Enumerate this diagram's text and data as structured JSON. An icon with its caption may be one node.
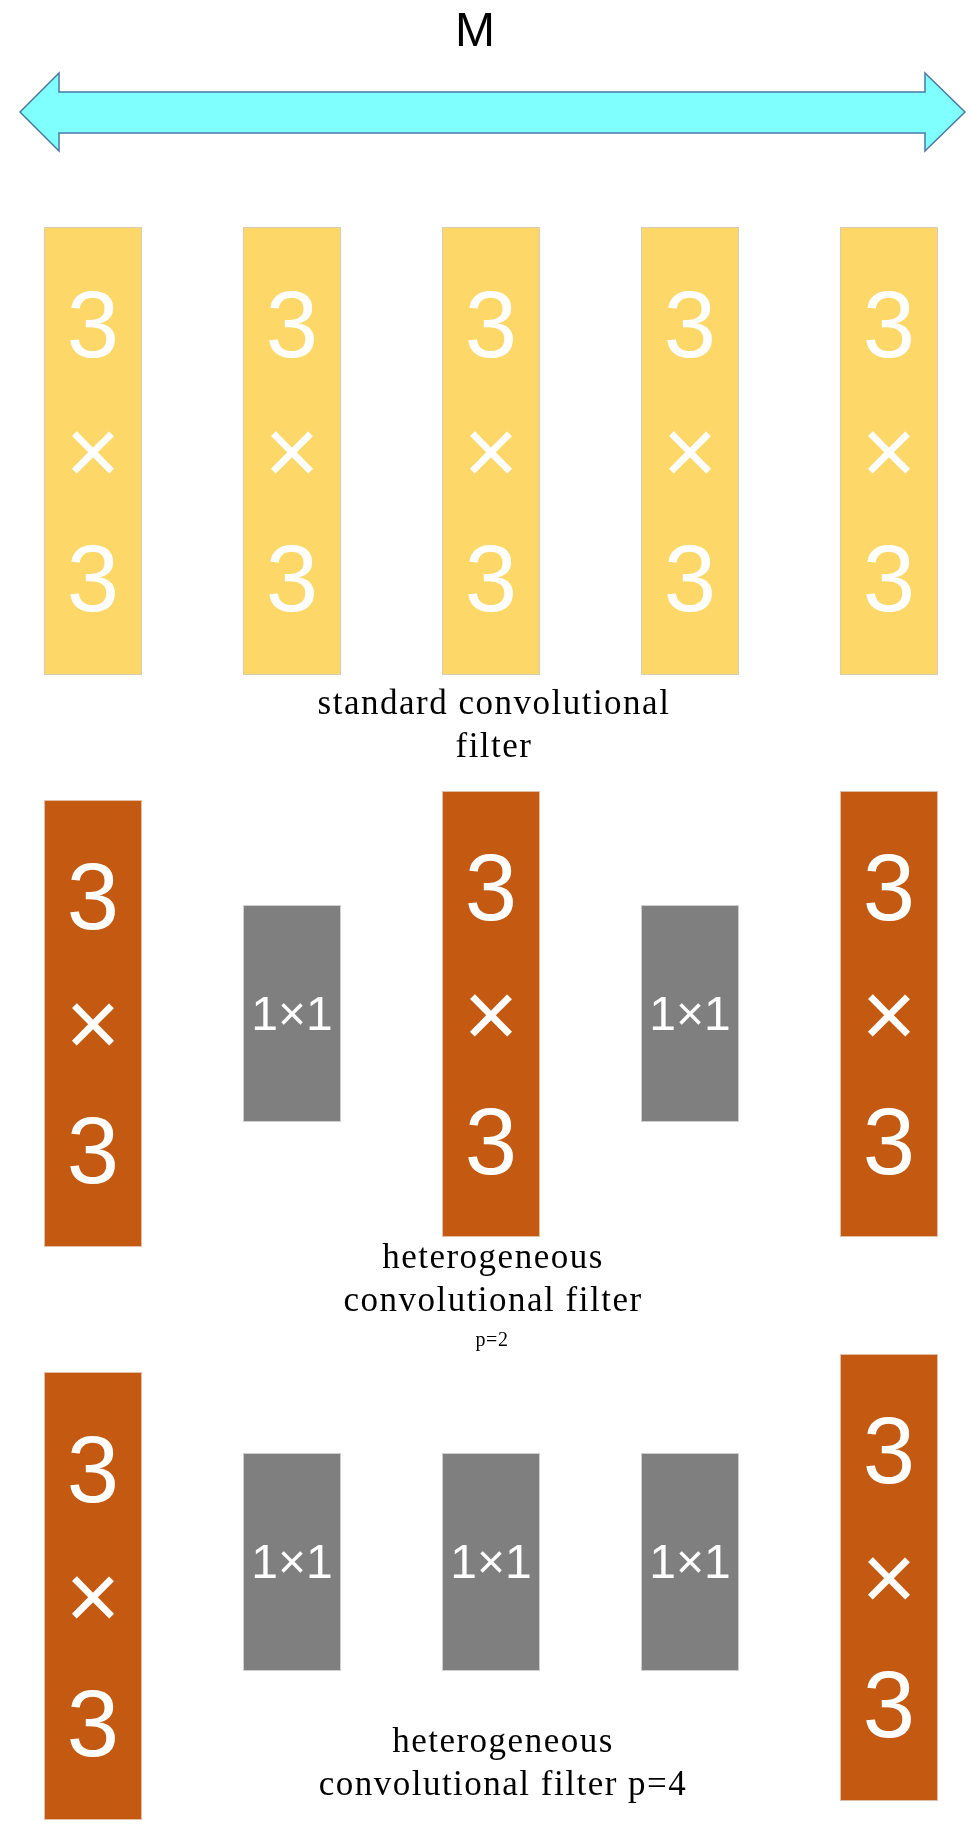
{
  "diagram": {
    "nodes": [
      {
        "text": [
          "3 × 3"
        ]
      },
      {
        "text": [
          "3 × 3"
        ]
      },
      {
        "text": [
          "3 × 3"
        ]
      },
      {
        "text": [
          "3 × 3"
        ]
      },
      {
        "text": [
          "3 × 3"
        ]
      },
      {
        "text": [
          "3 × 3"
        ]
      },
      {
        "text": [
          "1×1"
        ]
      },
      {
        "text": [
          "3 × 3"
        ]
      },
      {
        "text": [
          "1×1"
        ]
      },
      {
        "text": [
          "3 × 3"
        ]
      },
      {
        "text": [
          "3 × 3"
        ]
      },
      {
        "text": [
          "1×1"
        ]
      },
      {
        "text": [
          "1×1"
        ]
      },
      {
        "text": [
          "1×1"
        ]
      },
      {
        "text": [
          "3 × 3"
        ]
      }
    ],
    "labels": [
      "M",
      "standard convolutional filter",
      "heterogeneous convolutional filter",
      "p=2",
      "heterogeneous convolutional filter p=4"
    ]
  }
}
